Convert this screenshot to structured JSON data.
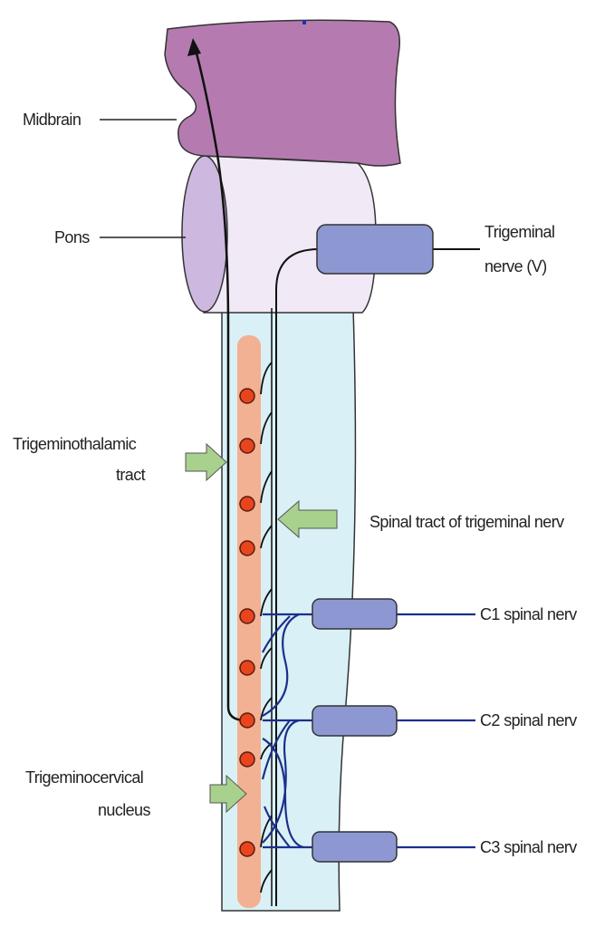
{
  "labels": {
    "midbrain": "Midbrain",
    "pons": "Pons",
    "trigeminal_nerve_line1": "Trigeminal",
    "trigeminal_nerve_line2": "nerve (V)",
    "trigeminothalamic_line1": "Trigeminothalamic",
    "trigeminothalamic_line2": "tract",
    "spinal_tract": "Spinal tract of trigeminal nerv",
    "c1": "C1 spinal nerv",
    "c2": "C2 spinal nerv",
    "c3": "C3 spinal nerv",
    "trigeminocervical_line1": "Trigeminocervical",
    "trigeminocervical_line2": "nucleus"
  },
  "colors": {
    "midbrain": "#b57bb0",
    "pons": "#f1e9f6",
    "pons_end": "#cdb8e0",
    "spinal_cord": "#d9f1f6",
    "nucleus_column": "#f2b193",
    "neuron": "#e8451f",
    "nerve_box": "#8d98d3",
    "spinal_nerve_line": "#1c2f8c",
    "arrow": "#a9d18e"
  }
}
